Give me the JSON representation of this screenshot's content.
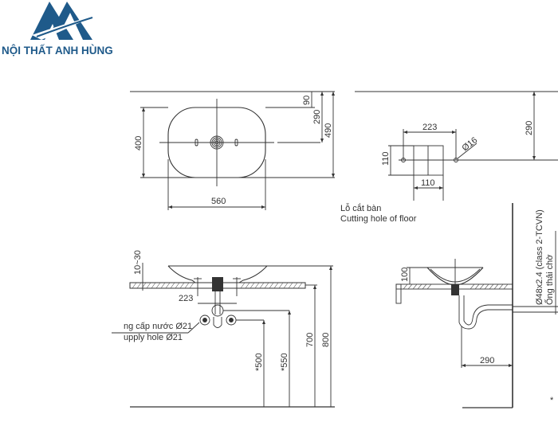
{
  "brand": {
    "name": "NỘI THẤT ANH HÙNG",
    "logo_icon": "mountain-a-logo-icon",
    "color": "#1f5a8a"
  },
  "top_view": {
    "dims": {
      "width": "560",
      "depth": "400",
      "offset_90": "90",
      "offset_290": "290",
      "offset_490": "490"
    }
  },
  "cutting_hole": {
    "dims": {
      "tap_spacing": "223",
      "hole_height": "110",
      "hole_width": "110",
      "tap_diameter": "Ø16",
      "wall_offset": "290"
    },
    "label_vi": "Lỗ cắt bàn",
    "label_en": "Cutting hole of floor"
  },
  "front_section": {
    "dims": {
      "counter_thickness": "10~30",
      "tap_spacing": "223",
      "h_500": "*500",
      "h_550": "*550",
      "h_700": "700",
      "h_800": "800"
    },
    "supply_label_vi": "ng cấp nước Ø21",
    "supply_label_en": "upply hole Ø21"
  },
  "side_section": {
    "dims": {
      "basin_height": "100",
      "trap_offset": "290"
    },
    "drain_label_1": "Ø48x2.4 (class 2-TCVN)",
    "drain_label_2": "Ống thải chờ",
    "footnote_mark": "*"
  }
}
